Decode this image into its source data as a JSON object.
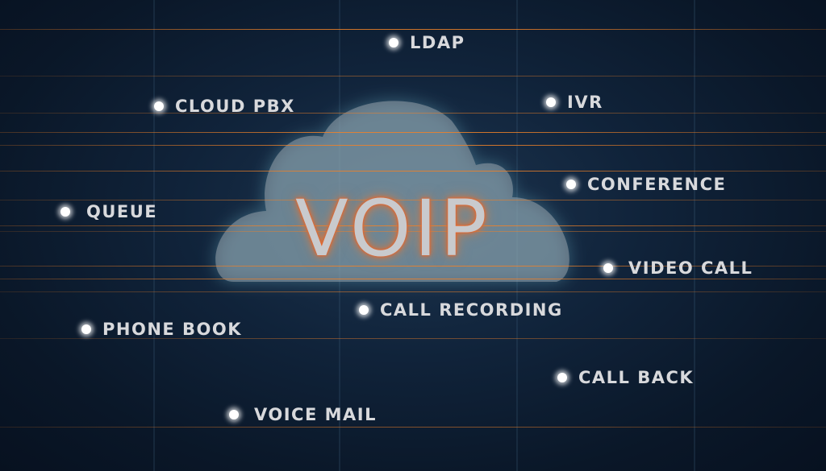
{
  "title": "VOIP",
  "features": [
    {
      "label": "LDAP"
    },
    {
      "label": "CLOUD PBX"
    },
    {
      "label": "IVR"
    },
    {
      "label": "CONFERENCE"
    },
    {
      "label": "QUEUE"
    },
    {
      "label": "VIDEO CALL"
    },
    {
      "label": "CALL RECORDING"
    },
    {
      "label": "PHONE BOOK"
    },
    {
      "label": "CALL BACK"
    },
    {
      "label": "VOICE MAIL"
    }
  ],
  "colors": {
    "accent": "#e8642a",
    "background": "#0a1728",
    "text": "#d8d9dc"
  }
}
